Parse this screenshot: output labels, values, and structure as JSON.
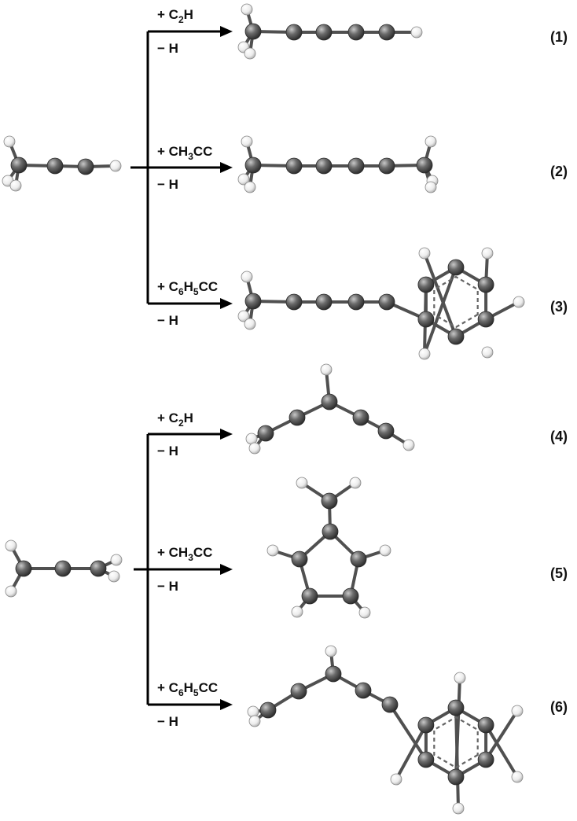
{
  "colors": {
    "carbon": "#5a5a5a",
    "hydrogen": "#f4f4f4",
    "bond": "#505050",
    "arrow": "#000000",
    "background": "#ffffff"
  },
  "reactions": [
    {
      "number": "(1)",
      "reagent": {
        "prefix": "+ C",
        "sub1": "2",
        "mid": "H",
        "sub2": "",
        "suffix": ""
      },
      "loss": "− H"
    },
    {
      "number": "(2)",
      "reagent": {
        "prefix": "+ CH",
        "sub1": "3",
        "mid": "CC",
        "sub2": "",
        "suffix": ""
      },
      "loss": "− H"
    },
    {
      "number": "(3)",
      "reagent": {
        "prefix": "+ C",
        "sub1": "6",
        "mid": "H",
        "sub2": "5",
        "suffix": "CC"
      },
      "loss": "− H"
    },
    {
      "number": "(4)",
      "reagent": {
        "prefix": "+ C",
        "sub1": "2",
        "mid": "H",
        "sub2": "",
        "suffix": ""
      },
      "loss": "− H"
    },
    {
      "number": "(5)",
      "reagent": {
        "prefix": "+ CH",
        "sub1": "3",
        "mid": "CC",
        "sub2": "",
        "suffix": ""
      },
      "loss": "− H"
    },
    {
      "number": "(6)",
      "reagent": {
        "prefix": "+ C",
        "sub1": "6",
        "mid": "H",
        "sub2": "5",
        "suffix": "CC"
      },
      "loss": "− H"
    }
  ],
  "icons": [
    "carbon-atom",
    "hydrogen-atom",
    "chemical-bond",
    "reaction-arrow"
  ]
}
